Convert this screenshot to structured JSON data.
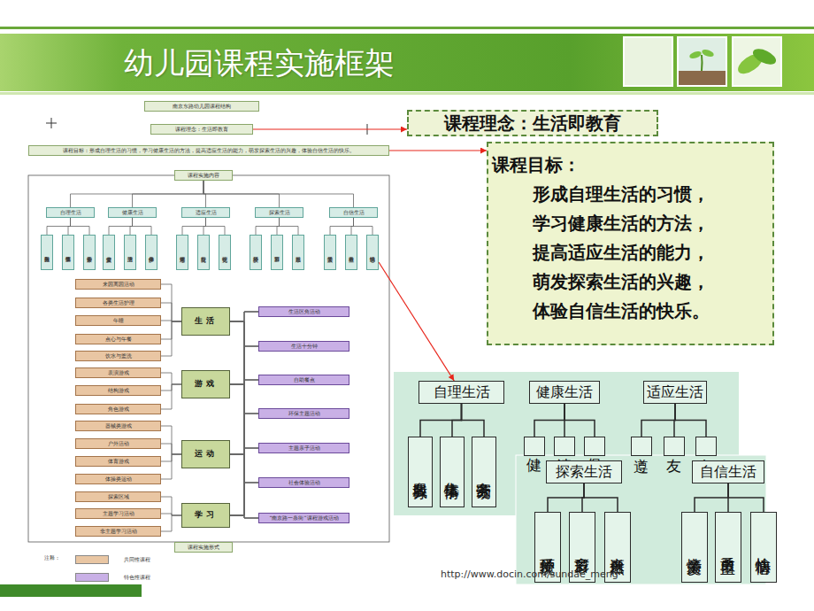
{
  "diagram": {
    "title": "幼儿园课程实施框架",
    "nodes": [
      {
        "text": [
          "课程理念：生活即教育"
        ]
      },
      {
        "text": [
          "课程目标：",
          "形成自理生活的习惯，",
          "学习健康生活的方法，",
          "提高适应生活的能力，",
          "萌发探索生活的兴趣，",
          "体验自信生活的快乐。"
        ]
      },
      {
        "text": [
          "南京东路幼儿园课程结构"
        ]
      },
      {
        "text": [
          "课程理念：生活即教育"
        ]
      },
      {
        "text": [
          "课程目标：形成自理生活的习惯，学习健康生活的方法，提高适应生活的能力，萌发探索生活的兴趣，体验自信生活的快乐。"
        ]
      },
      {
        "text": [
          "课程实施内容"
        ]
      },
      {
        "text": [
          "自理生活"
        ]
      },
      {
        "text": [
          "健康生活"
        ]
      },
      {
        "text": [
          "适应生活"
        ]
      },
      {
        "text": [
          "探索生活"
        ]
      },
      {
        "text": [
          "自信生活"
        ]
      },
      {
        "text": [
          "自我服务"
        ]
      },
      {
        "text": [
          "集体事情"
        ]
      },
      {
        "text": [
          "家务劳动"
        ]
      },
      {
        "text": [
          "健康安全"
        ]
      },
      {
        "text": [
          "清洁卫生"
        ]
      },
      {
        "text": [
          "保护身体"
        ]
      },
      {
        "text": [
          "遵守规则"
        ]
      },
      {
        "text": [
          "友好交往"
        ]
      },
      {
        "text": [
          "文明礼仪"
        ]
      },
      {
        "text": [
          "爱护环境"
        ]
      },
      {
        "text": [
          "多彩节日"
        ]
      },
      {
        "text": [
          "亲近自然"
        ]
      },
      {
        "text": [
          "亲情关爱"
        ]
      },
      {
        "text": [
          "勇敢自主"
        ]
      },
      {
        "text": [
          "愉快心情"
        ]
      },
      {
        "text": [
          "来园离园活动"
        ]
      },
      {
        "text": [
          "各类生活护理"
        ]
      },
      {
        "text": [
          "午睡"
        ]
      },
      {
        "text": [
          "点心与午餐"
        ]
      },
      {
        "text": [
          "饮水与盥洗"
        ]
      },
      {
        "text": [
          "表演游戏"
        ]
      },
      {
        "text": [
          "结构游戏"
        ]
      },
      {
        "text": [
          "角色游戏"
        ]
      },
      {
        "text": [
          "器械类游戏"
        ]
      },
      {
        "text": [
          "户外活动"
        ]
      },
      {
        "text": [
          "体育游戏"
        ]
      },
      {
        "text": [
          "体操类运动"
        ]
      },
      {
        "text": [
          "探索区域"
        ]
      },
      {
        "text": [
          "主题学习活动"
        ]
      },
      {
        "text": [
          "非主题学习活动"
        ]
      },
      {
        "text": [
          "生活"
        ]
      },
      {
        "text": [
          "游戏"
        ]
      },
      {
        "text": [
          "运动"
        ]
      },
      {
        "text": [
          "学习"
        ]
      },
      {
        "text": [
          "生活区角活动"
        ]
      },
      {
        "text": [
          "生活十分钟"
        ]
      },
      {
        "text": [
          "自助餐点"
        ]
      },
      {
        "text": [
          "环保主题活动"
        ]
      },
      {
        "text": [
          "主题亲子活动"
        ]
      },
      {
        "text": [
          "社会体验活动"
        ]
      },
      {
        "text": [
          "“南京路一条街”课程游戏活动"
        ]
      },
      {
        "text": [
          "课程实施形式"
        ]
      },
      {
        "text": [
          "自理生活"
        ]
      },
      {
        "text": [
          "健康生活"
        ]
      },
      {
        "text": [
          "适应生活"
        ]
      },
      {
        "text": [
          "自我服务"
        ]
      },
      {
        "text": [
          "集体事情"
        ]
      },
      {
        "text": [
          "家务劳动"
        ]
      },
      {
        "text": [
          "健"
        ]
      },
      {
        "text": [
          "清"
        ]
      },
      {
        "text": [
          "保"
        ]
      },
      {
        "text": [
          "遵"
        ]
      },
      {
        "text": [
          "友"
        ]
      },
      {
        "text": [
          "文"
        ]
      },
      {
        "text": [
          "探索生活"
        ]
      },
      {
        "text": [
          "自信生活"
        ]
      },
      {
        "text": [
          "爱护环境"
        ]
      },
      {
        "text": [
          "多彩节日"
        ]
      },
      {
        "text": [
          "亲近自然"
        ]
      },
      {
        "text": [
          "亲情关爱"
        ]
      },
      {
        "text": [
          "勇敢自主"
        ]
      },
      {
        "text": [
          "愉快心情"
        ]
      }
    ],
    "edges": [
      {
        "from": 3,
        "to": 0,
        "arrow": "to"
      },
      {
        "from": 4,
        "to": 1,
        "arrow": "to"
      },
      {
        "from": 25,
        "to": 53,
        "arrow": "to"
      },
      {
        "from": 5,
        "to": 6,
        "arrow": "none"
      },
      {
        "from": 5,
        "to": 7,
        "arrow": "none"
      },
      {
        "from": 5,
        "to": 8,
        "arrow": "none"
      },
      {
        "from": 5,
        "to": 9,
        "arrow": "none"
      },
      {
        "from": 5,
        "to": 10,
        "arrow": "none"
      },
      {
        "from": 6,
        "to": 11,
        "arrow": "none"
      },
      {
        "from": 6,
        "to": 12,
        "arrow": "none"
      },
      {
        "from": 6,
        "to": 13,
        "arrow": "none"
      },
      {
        "from": 7,
        "to": 14,
        "arrow": "none"
      },
      {
        "from": 7,
        "to": 15,
        "arrow": "none"
      },
      {
        "from": 7,
        "to": 16,
        "arrow": "none"
      },
      {
        "from": 8,
        "to": 17,
        "arrow": "none"
      },
      {
        "from": 8,
        "to": 18,
        "arrow": "none"
      },
      {
        "from": 8,
        "to": 19,
        "arrow": "none"
      },
      {
        "from": 9,
        "to": 20,
        "arrow": "none"
      },
      {
        "from": 9,
        "to": 21,
        "arrow": "none"
      },
      {
        "from": 9,
        "to": 22,
        "arrow": "none"
      },
      {
        "from": 10,
        "to": 23,
        "arrow": "none"
      },
      {
        "from": 10,
        "to": 24,
        "arrow": "none"
      },
      {
        "from": 10,
        "to": 25,
        "arrow": "none"
      },
      {
        "from": 26,
        "to": 41,
        "arrow": "none"
      },
      {
        "from": 27,
        "to": 41,
        "arrow": "none"
      },
      {
        "from": 28,
        "to": 41,
        "arrow": "none"
      },
      {
        "from": 29,
        "to": 41,
        "arrow": "none"
      },
      {
        "from": 30,
        "to": 41,
        "arrow": "none"
      },
      {
        "from": 31,
        "to": 42,
        "arrow": "none"
      },
      {
        "from": 32,
        "to": 42,
        "arrow": "none"
      },
      {
        "from": 33,
        "to": 42,
        "arrow": "none"
      },
      {
        "from": 34,
        "to": 43,
        "arrow": "none"
      },
      {
        "from": 35,
        "to": 43,
        "arrow": "none"
      },
      {
        "from": 36,
        "to": 43,
        "arrow": "none"
      },
      {
        "from": 37,
        "to": 43,
        "arrow": "none"
      },
      {
        "from": 38,
        "to": 44,
        "arrow": "none"
      },
      {
        "from": 39,
        "to": 44,
        "arrow": "none"
      },
      {
        "from": 40,
        "to": 44,
        "arrow": "none"
      },
      {
        "from": 41,
        "to": 45,
        "arrow": "none"
      },
      {
        "from": 41,
        "to": 46,
        "arrow": "none"
      },
      {
        "from": 41,
        "to": 47,
        "arrow": "none"
      },
      {
        "from": 41,
        "to": 48,
        "arrow": "none"
      },
      {
        "from": 41,
        "to": 49,
        "arrow": "none"
      },
      {
        "from": 41,
        "to": 50,
        "arrow": "none"
      },
      {
        "from": 41,
        "to": 51,
        "arrow": "none"
      },
      {
        "from": 42,
        "to": 45,
        "arrow": "none"
      },
      {
        "from": 42,
        "to": 46,
        "arrow": "none"
      },
      {
        "from": 42,
        "to": 47,
        "arrow": "none"
      },
      {
        "from": 42,
        "to": 48,
        "arrow": "none"
      },
      {
        "from": 42,
        "to": 49,
        "arrow": "none"
      },
      {
        "from": 42,
        "to": 50,
        "arrow": "none"
      },
      {
        "from": 42,
        "to": 51,
        "arrow": "none"
      },
      {
        "from": 43,
        "to": 45,
        "arrow": "none"
      },
      {
        "from": 43,
        "to": 46,
        "arrow": "none"
      },
      {
        "from": 43,
        "to": 47,
        "arrow": "none"
      },
      {
        "from": 43,
        "to": 48,
        "arrow": "none"
      },
      {
        "from": 43,
        "to": 49,
        "arrow": "none"
      },
      {
        "from": 43,
        "to": 50,
        "arrow": "none"
      },
      {
        "from": 43,
        "to": 51,
        "arrow": "none"
      },
      {
        "from": 44,
        "to": 45,
        "arrow": "none"
      },
      {
        "from": 44,
        "to": 46,
        "arrow": "none"
      },
      {
        "from": 44,
        "to": 47,
        "arrow": "none"
      },
      {
        "from": 44,
        "to": 48,
        "arrow": "none"
      },
      {
        "from": 44,
        "to": 49,
        "arrow": "none"
      },
      {
        "from": 44,
        "to": 50,
        "arrow": "none"
      },
      {
        "from": 44,
        "to": 51,
        "arrow": "none"
      },
      {
        "from": 53,
        "to": 56,
        "arrow": "none"
      },
      {
        "from": 53,
        "to": 57,
        "arrow": "none"
      },
      {
        "from": 53,
        "to": 58,
        "arrow": "none"
      },
      {
        "from": 54,
        "to": 59,
        "arrow": "none"
      },
      {
        "from": 54,
        "to": 60,
        "arrow": "none"
      },
      {
        "from": 54,
        "to": 61,
        "arrow": "none"
      },
      {
        "from": 55,
        "to": 62,
        "arrow": "none"
      },
      {
        "from": 55,
        "to": 63,
        "arrow": "none"
      },
      {
        "from": 55,
        "to": 64,
        "arrow": "none"
      },
      {
        "from": 65,
        "to": 67,
        "arrow": "none"
      },
      {
        "from": 65,
        "to": 68,
        "arrow": "none"
      },
      {
        "from": 65,
        "to": 69,
        "arrow": "none"
      },
      {
        "from": 66,
        "to": 70,
        "arrow": "none"
      },
      {
        "from": 66,
        "to": 71,
        "arrow": "none"
      },
      {
        "from": 66,
        "to": 72,
        "arrow": "none"
      }
    ],
    "labels": [
      "注释：",
      "http://www.docin.com/sundae_meng"
    ],
    "legend": [
      {
        "text": "共同性课程",
        "color": "#e9c6a3"
      },
      {
        "text": "特色性课程",
        "color": "#c9b0e6"
      }
    ]
  }
}
